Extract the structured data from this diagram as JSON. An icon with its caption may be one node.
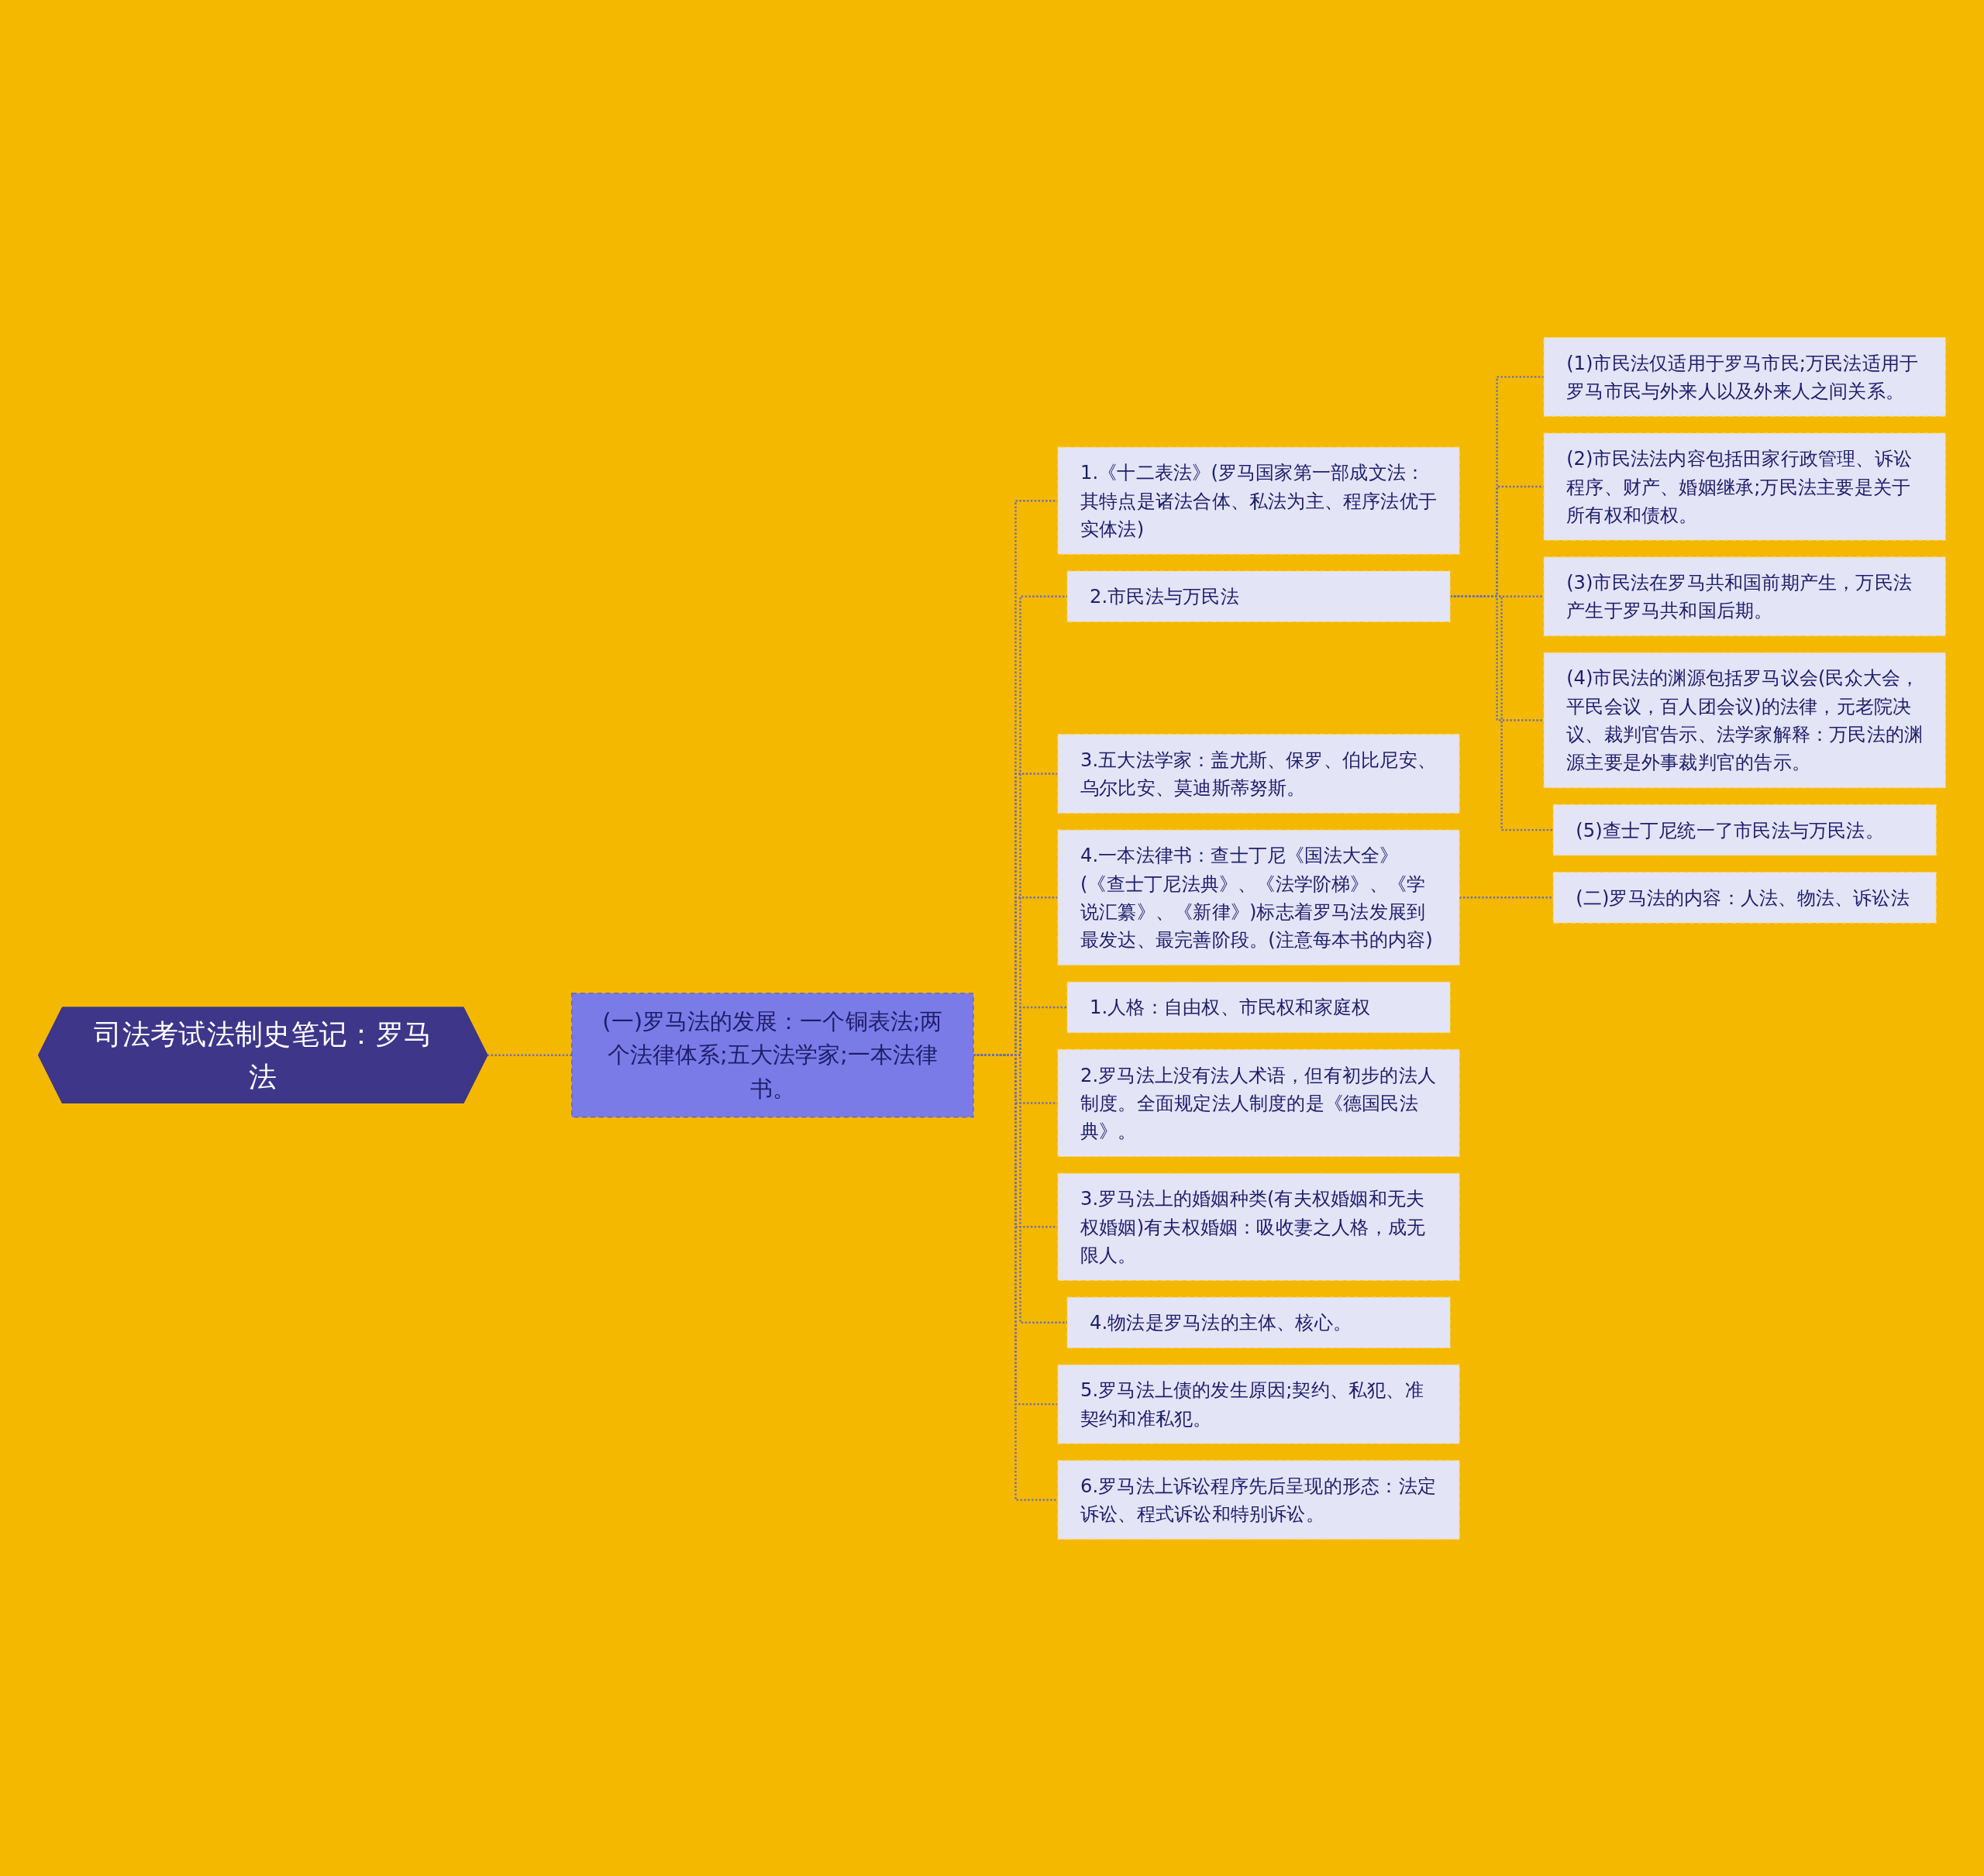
{
  "diagram": {
    "nodes": [
      {
        "text": [
          "司法考试法制史笔记：罗马法"
        ]
      },
      {
        "text": [
          "(一)罗马法的发展：一个铜表法;两个法律体系;五大法学家;一本法律书。"
        ]
      },
      {
        "text": [
          "1.《十二表法》(罗马国家第一部成文法：其特点是诸法合体、私法为主、程序法优于实体法)"
        ]
      },
      {
        "text": [
          "2.市民法与万民法"
        ]
      },
      {
        "text": [
          "(1)市民法仅适用于罗马市民;万民法适用于罗马市民与外来人以及外来人之间关系。"
        ]
      },
      {
        "text": [
          "(2)市民法法内容包括田家行政管理、诉讼程序、财产、婚姻继承;万民法主要是关于所有权和债权。"
        ]
      },
      {
        "text": [
          "(3)市民法在罗马共和国前期产生，万民法产生于罗马共和国后期。"
        ]
      },
      {
        "text": [
          "(4)市民法的渊源包括罗马议会(民众大会，平民会议，百人团会议)的法律，元老院决议、裁判官告示、法学家解释：万民法的渊源主要是外事裁判官的告示。"
        ]
      },
      {
        "text": [
          "(5)查士丁尼统一了市民法与万民法。"
        ]
      },
      {
        "text": [
          "3.五大法学家：盖尤斯、保罗、伯比尼安、乌尔比安、莫迪斯蒂努斯。"
        ]
      },
      {
        "text": [
          "4.一本法律书：查士丁尼《国法大全》(《查士丁尼法典》、《法学阶梯》、《学说汇纂》、《新律》)标志着罗马法发展到最发达、最完善阶段。(注意每本书的内容)"
        ]
      },
      {
        "text": [
          "(二)罗马法的内容：人法、物法、诉讼法"
        ]
      },
      {
        "text": [
          "1.人格：自由权、市民权和家庭权"
        ]
      },
      {
        "text": [
          "2.罗马法上没有法人术语，但有初步的法人制度。全面规定法人制度的是《德国民法典》。"
        ]
      },
      {
        "text": [
          "3.罗马法上的婚姻种类(有夫权婚姻和无夫权婚姻)有夫权婚姻：吸收妻之人格，成无限人。"
        ]
      },
      {
        "text": [
          "4.物法是罗马法的主体、核心。"
        ]
      },
      {
        "text": [
          "5.罗马法上债的发生原因;契约、私犯、准契约和准私犯。"
        ]
      },
      {
        "text": [
          "6.罗马法上诉讼程序先后呈现的形态：法定诉讼、程式诉讼和特别诉讼。"
        ]
      }
    ],
    "edges": [
      {
        "from": 0,
        "to": 1,
        "arrow": "none",
        "style": "dashed"
      },
      {
        "from": 1,
        "to": 2,
        "arrow": "none",
        "style": "dashed"
      },
      {
        "from": 1,
        "to": 3,
        "arrow": "none",
        "style": "dashed"
      },
      {
        "from": 3,
        "to": 4,
        "arrow": "none",
        "style": "dashed"
      },
      {
        "from": 3,
        "to": 5,
        "arrow": "none",
        "style": "dashed"
      },
      {
        "from": 3,
        "to": 6,
        "arrow": "none",
        "style": "dashed"
      },
      {
        "from": 3,
        "to": 7,
        "arrow": "none",
        "style": "dashed"
      },
      {
        "from": 3,
        "to": 8,
        "arrow": "none",
        "style": "dashed"
      },
      {
        "from": 1,
        "to": 9,
        "arrow": "none",
        "style": "dashed"
      },
      {
        "from": 1,
        "to": 10,
        "arrow": "none",
        "style": "dashed"
      },
      {
        "from": 10,
        "to": 11,
        "arrow": "none",
        "style": "dashed"
      },
      {
        "from": 1,
        "to": 12,
        "arrow": "none",
        "style": "dashed"
      },
      {
        "from": 1,
        "to": 13,
        "arrow": "none",
        "style": "dashed"
      },
      {
        "from": 1,
        "to": 14,
        "arrow": "none",
        "style": "dashed"
      },
      {
        "from": 1,
        "to": 15,
        "arrow": "none",
        "style": "dashed"
      },
      {
        "from": 1,
        "to": 16,
        "arrow": "none",
        "style": "dashed"
      },
      {
        "from": 1,
        "to": 17,
        "arrow": "none",
        "style": "dashed"
      }
    ]
  }
}
